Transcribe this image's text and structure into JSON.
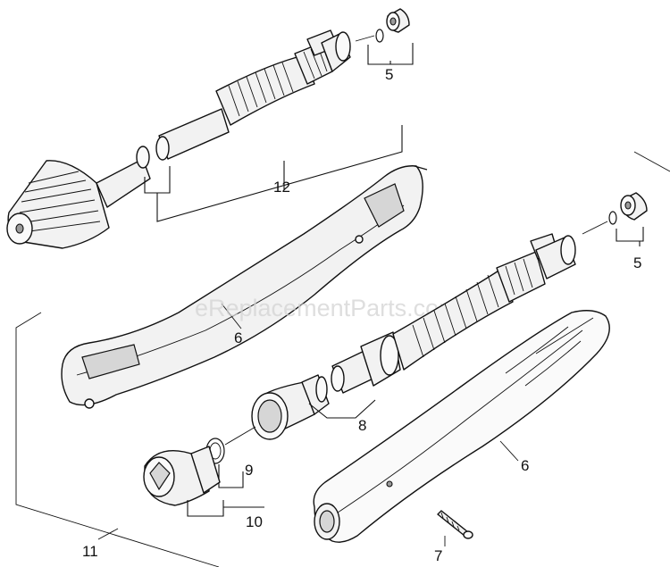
{
  "watermark": "eReplacementParts.com",
  "callouts": {
    "c5_top": "5",
    "c12": "12",
    "c5_right": "5",
    "c6_upper": "6",
    "c8": "8",
    "c9": "9",
    "c6_lower": "6",
    "c10": "10",
    "c11": "11",
    "c7": "7"
  }
}
